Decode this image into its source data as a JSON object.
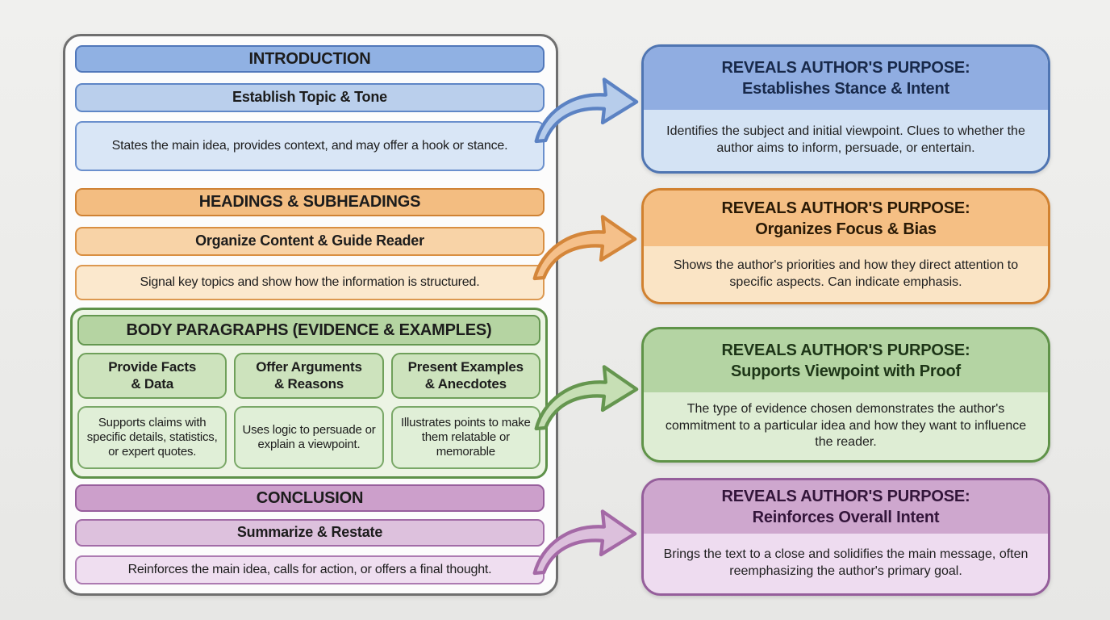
{
  "left_panel": {
    "sections": [
      {
        "id": "introduction",
        "title": "INTRODUCTION",
        "subtitle": "Establish Topic & Tone",
        "description": "States the main idea, provides context, and may offer a hook or stance."
      },
      {
        "id": "headings",
        "title": "HEADINGS & SUBHEADINGS",
        "subtitle": "Organize Content & Guide Reader",
        "description": "Signal key topics and show how the information is structured."
      },
      {
        "id": "body-paragraphs",
        "title": "BODY PARAGRAPHS (EVIDENCE & EXAMPLES)",
        "columns": [
          {
            "title_line1": "Provide Facts",
            "title_line2": "& Data",
            "description": "Supports claims with specific details, statistics, or expert quotes."
          },
          {
            "title_line1": "Offer Arguments",
            "title_line2": "& Reasons",
            "description": "Uses logic to persuade or explain a viewpoint."
          },
          {
            "title_line1": "Present Examples",
            "title_line2": "& Anecdotes",
            "description": "Illustrates points to make them relatable or memorable"
          }
        ]
      },
      {
        "id": "conclusion",
        "title": "CONCLUSION",
        "subtitle": "Summarize & Restate",
        "description": "Reinforces the main idea, calls for action, or offers a final thought."
      }
    ]
  },
  "right_panels": [
    {
      "id": "purpose-introduction",
      "heading_line1": "REVEALS AUTHOR'S PURPOSE:",
      "heading_line2": "Establishes Stance & Intent",
      "body": "Identifies the subject and initial viewpoint. Clues to whether the author aims to inform, persuade, or entertain."
    },
    {
      "id": "purpose-headings",
      "heading_line1": "REVEALS AUTHOR'S PURPOSE:",
      "heading_line2": "Organizes Focus & Bias",
      "body": "Shows the author's priorities and how they direct attention to specific aspects. Can indicate emphasis."
    },
    {
      "id": "purpose-body",
      "heading_line1": "REVEALS AUTHOR'S PURPOSE:",
      "heading_line2": "Supports Viewpoint with Proof",
      "body": "The type of evidence chosen demonstrates the author's commitment to a particular idea and how they want to influence the reader."
    },
    {
      "id": "purpose-conclusion",
      "heading_line1": "REVEALS AUTHOR'S PURPOSE:",
      "heading_line2": "Reinforces Overall Intent",
      "body": "Brings the text to a close and solidifies the main message, often reemphasizing the author's primary goal."
    }
  ],
  "arrows": [
    {
      "id": "arrow-introduction",
      "fill": "#b7cdeb",
      "stroke": "#5b82c3"
    },
    {
      "id": "arrow-headings",
      "fill": "#f5c08a",
      "stroke": "#d4863a"
    },
    {
      "id": "arrow-body",
      "fill": "#c7dfb5",
      "stroke": "#65964f"
    },
    {
      "id": "arrow-conclusion",
      "fill": "#dcc0dc",
      "stroke": "#a469a6"
    }
  ],
  "palette": {
    "background": "#ebebe9",
    "panel_border": "#6f6f6f",
    "blue": {
      "header": "#90b1e3",
      "mid": "#bacfec",
      "light": "#d9e6f6",
      "border": "#5077ba"
    },
    "orange": {
      "header": "#f3bd81",
      "mid": "#f8d3a7",
      "light": "#fbe8cd",
      "border": "#cf8234"
    },
    "green": {
      "header": "#b5d4a2",
      "mid": "#cde3bd",
      "light": "#e0efd7",
      "border": "#5e9149"
    },
    "purple": {
      "header": "#cc9fcb",
      "mid": "#ddc1dd",
      "light": "#efdef0",
      "border": "#975e9c"
    }
  }
}
